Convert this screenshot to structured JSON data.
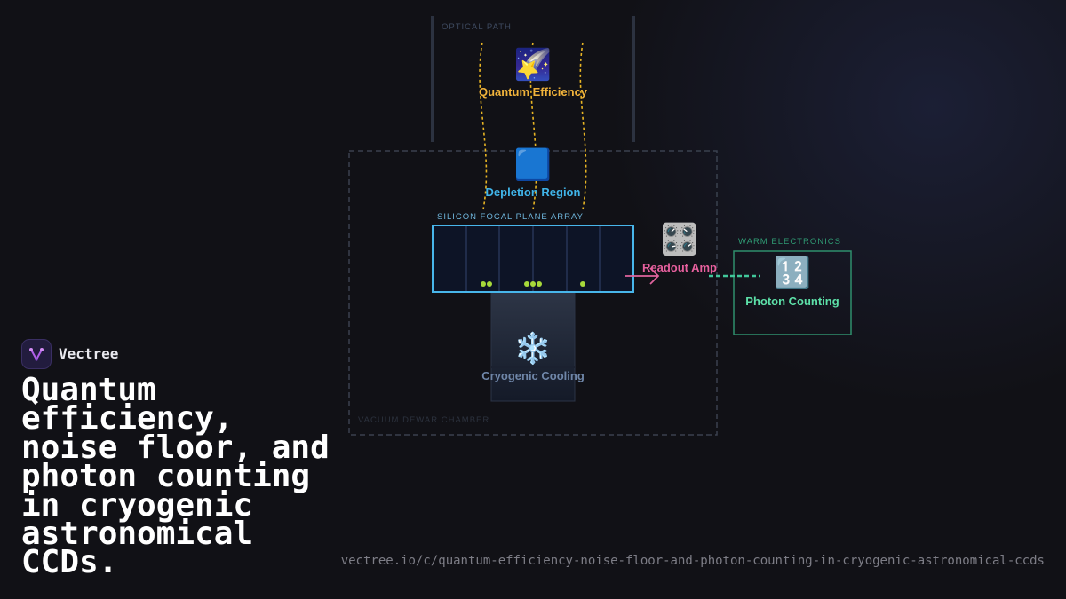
{
  "diagram": {
    "regions": {
      "optical_path": "OPTICAL PATH",
      "vacuum_dewar": "VACUUM DEWAR CHAMBER",
      "focal_plane": "SILICON FOCAL PLANE ARRAY",
      "warm_electronics": "WARM ELECTRONICS"
    },
    "nodes": {
      "quantum_efficiency": {
        "label": "Quantum Efficiency",
        "icon": "shooting-star-icon",
        "emoji": "🌠",
        "color": "#f2b43b"
      },
      "depletion_region": {
        "label": "Depletion Region",
        "icon": "blue-square-icon",
        "emoji": "🟦",
        "color": "#40b4e8"
      },
      "readout_amp": {
        "label": "Readout Amp",
        "icon": "control-knobs-icon",
        "emoji": "🎛️",
        "color": "#e8609e"
      },
      "photon_counting": {
        "label": "Photon Counting",
        "icon": "input-numbers-icon",
        "emoji": "🔢",
        "color": "#5de0a8"
      },
      "cryogenic_cooling": {
        "label": "Cryogenic Cooling",
        "icon": "snowflake-icon",
        "emoji": "❄️",
        "color": "#6f86a8"
      }
    }
  },
  "brand": {
    "name": "Vectree",
    "logo_icon": "vectree-logo-icon"
  },
  "headline": "Quantum\nefficiency,\nnoise floor, and\nphoton counting\nin cryogenic\nastronomical\nCCDs.",
  "url": "vectree.io/c/quantum-efficiency-noise-floor-and-photon-counting-in-cryogenic-astronomical-ccds"
}
